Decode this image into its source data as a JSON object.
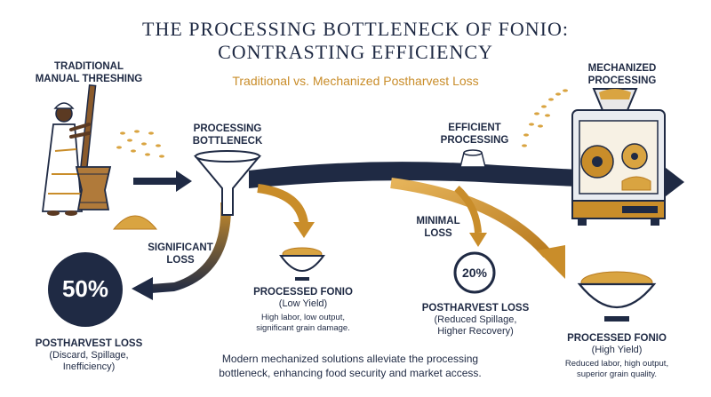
{
  "title": {
    "line1": "THE PROCESSING BOTTLENECK OF FONIO:",
    "line2": "CONTRASTING EFFICIENCY"
  },
  "subtitle": "Traditional vs. Mechanized Postharvest Loss",
  "traditional": {
    "heading_line1": "TRADITIONAL",
    "heading_line2": "MANUAL THRESHING"
  },
  "bottleneck": {
    "heading_line1": "PROCESSING",
    "heading_line2": "BOTTLENECK"
  },
  "efficient": {
    "heading_line1": "EFFICIENT",
    "heading_line2": "PROCESSING"
  },
  "mechanized": {
    "heading_line1": "MECHANIZED",
    "heading_line2": "PROCESSING"
  },
  "significant_loss": {
    "line1": "SIGNIFICANT",
    "line2": "LOSS",
    "percent": "50%",
    "title": "POSTHARVEST LOSS",
    "detail_line1": "(Discard, Spillage,",
    "detail_line2": "Inefficiency)"
  },
  "low_yield": {
    "title": "PROCESSED FONIO",
    "subtitle": "(Low Yield)",
    "detail_line1": "High labor, low output,",
    "detail_line2": "significant grain damage."
  },
  "minimal_loss": {
    "line1": "MINIMAL",
    "line2": "LOSS",
    "percent": "20%",
    "title": "POSTHARVEST LOSS",
    "detail_line1": "(Reduced Spillage,",
    "detail_line2": "Higher Recovery)"
  },
  "high_yield": {
    "title": "PROCESSED FONIO",
    "subtitle": "(High Yield)",
    "detail_line1": "Reduced labor, high output,",
    "detail_line2": "superior grain quality."
  },
  "footer": {
    "line1": "Modern mechanized solutions alleviate the processing",
    "line2": "bottleneck, enhancing food security and market access."
  },
  "colors": {
    "navy": "#1f2a44",
    "gold": "#c98d2a",
    "grain": "#d9a441",
    "white": "#ffffff"
  },
  "icons": {
    "worker": "woman-pounding-mortar-icon",
    "funnel": "funnel-icon",
    "machine": "thresher-machine-icon",
    "bowl": "grain-bowl-icon"
  }
}
